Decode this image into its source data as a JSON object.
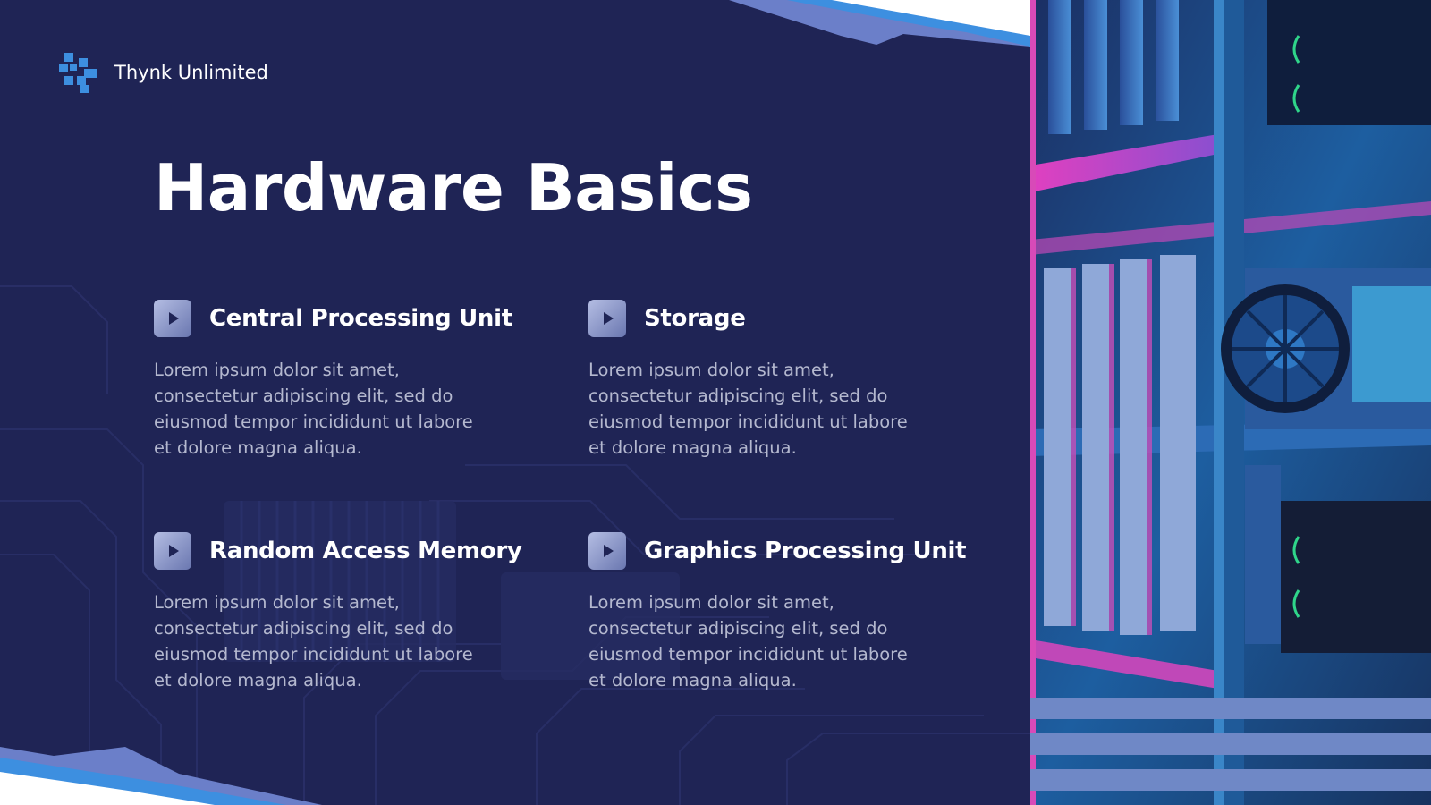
{
  "brand": {
    "name": "Thynk Unlimited",
    "logo_icon": "puzzle-logo-icon"
  },
  "title": "Hardware Basics",
  "features": [
    {
      "title": "Central Processing Unit",
      "icon": "play-icon",
      "description": "Lorem ipsum dolor sit amet, consectetur adipiscing elit, sed do eiusmod tempor incididunt ut labore et dolore magna aliqua."
    },
    {
      "title": "Storage",
      "icon": "play-icon",
      "description": "Lorem ipsum dolor sit amet, consectetur adipiscing elit, sed do eiusmod tempor incididunt ut labore et dolore magna aliqua."
    },
    {
      "title": "Random Access Memory",
      "icon": "play-icon",
      "description": "Lorem ipsum dolor sit amet, consectetur adipiscing elit, sed do eiusmod tempor incididunt ut labore et dolore magna aliqua."
    },
    {
      "title": "Graphics Processing Unit",
      "icon": "play-icon",
      "description": "Lorem ipsum dolor sit amet, consectetur adipiscing elit, sed do eiusmod tempor incididunt ut labore et dolore magna aliqua."
    }
  ],
  "colors": {
    "background": "#1f2455",
    "accent_blue": "#3d8fe0",
    "accent_periwinkle": "#6b7fc9",
    "text_primary": "#ffffff",
    "text_muted": "#b4b8cf",
    "photo_pink": "#e040c0"
  }
}
